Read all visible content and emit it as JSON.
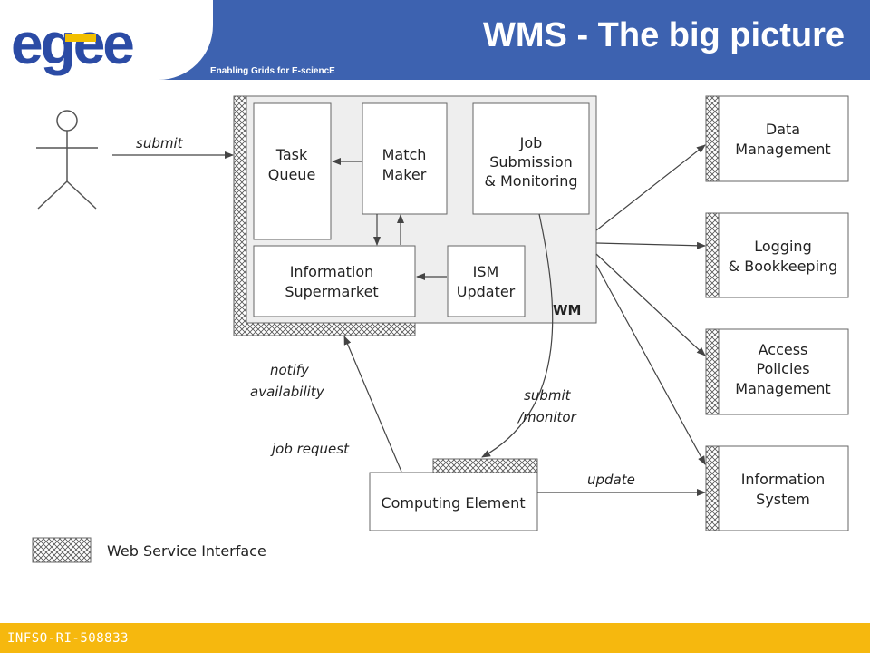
{
  "header": {
    "logo_text": "egee",
    "tagline": "Enabling Grids for E-sciencE",
    "title": "WMS - The big picture",
    "colors": {
      "bar": "#3d62b0",
      "logo_blue": "#2b4ba5",
      "logo_yellow": "#f2bf00"
    }
  },
  "footer": {
    "text": "INFSO-RI-508833",
    "color": "#f6b80e"
  },
  "diagram": {
    "arrows": {
      "submit": "submit",
      "notify_1": "notify",
      "notify_2": "availability",
      "job_request": "job request",
      "submit_monitor_1": "submit",
      "submit_monitor_2": "/monitor",
      "update": "update"
    },
    "wm": {
      "label": "WM",
      "task_queue": [
        "Task",
        "Queue"
      ],
      "match_maker": [
        "Match",
        "Maker"
      ],
      "job_submission": [
        "Job",
        "Submission",
        "& Monitoring"
      ],
      "information_supermarket": [
        "Information",
        "Supermarket"
      ],
      "ism_updater": [
        "ISM",
        "Updater"
      ]
    },
    "computing_element": "Computing Element",
    "services": {
      "data_management": [
        "Data",
        "Management"
      ],
      "logging": [
        "Logging",
        "& Bookkeeping"
      ],
      "access_policies": [
        "Access",
        "Policies",
        "Management"
      ],
      "information_system": [
        "Information",
        "System"
      ]
    },
    "legend": "Web Service Interface"
  }
}
